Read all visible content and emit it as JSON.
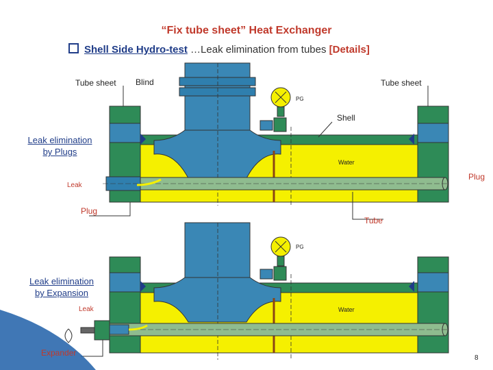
{
  "title": "“Fix tube sheet” Heat Exchanger",
  "subtitle": {
    "part1": "Shell Side Hydro-test",
    "part2": " …Leak elimination from tubes ",
    "part3": "[Details]"
  },
  "labels": {
    "tube_sheet_left": "Tube sheet",
    "blind": "Blind",
    "tube_sheet_right": "Tube sheet",
    "pg_top": "PG",
    "shell": "Shell",
    "leak_plugs_line1": "Leak elimination",
    "leak_plugs_line2": "by Plugs",
    "water_top": "Water",
    "plug_right": "Plug",
    "leak_top": "Leak",
    "plug_bottom": "Plug",
    "tube": "Tube",
    "pg_bottom": "PG",
    "leak_expansion_line1": "Leak elimination",
    "leak_expansion_line2": "by Expansion",
    "leak_bottom": "Leak",
    "water_bottom": "Water",
    "expander": "Expander",
    "page_number": "8"
  },
  "colors": {
    "yellow": "#f5f000",
    "green": "#2e8b57",
    "blue": "#3a87b5",
    "tube": "#8fbc8f"
  }
}
